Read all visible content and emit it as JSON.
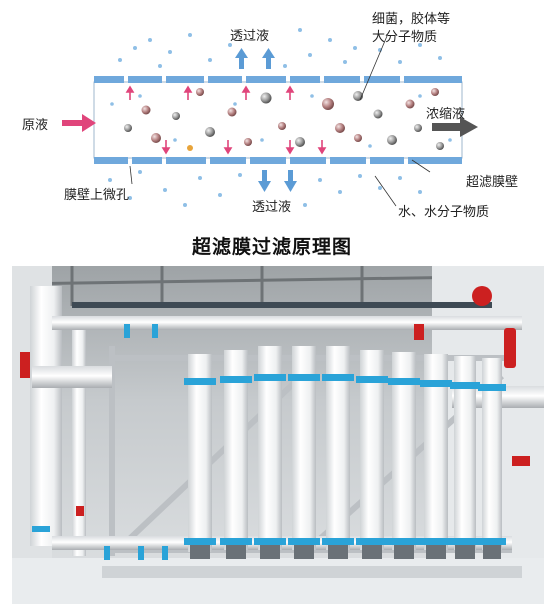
{
  "diagram": {
    "label_feed": "原液",
    "label_permeate_top": "透过液",
    "label_macromolecules_line1": "细菌，胶体等",
    "label_macromolecules_line2": "大分子物质",
    "label_concentrate": "浓缩液",
    "label_membrane_wall": "超滤膜壁",
    "label_pore": "膜壁上微孔",
    "label_permeate_bottom": "透过液",
    "label_water": "水、水分子物质",
    "colors": {
      "membrane": "#6fa8dc",
      "feed_arrow": "#e0457b",
      "permeate_arrow": "#5b9bd5",
      "concentrate_arrow": "#555555",
      "particle": "#b87878",
      "small_dot": "#7fb3e0"
    }
  },
  "title": "超滤膜过滤原理图",
  "photo": {
    "content": "ultrafiltration-membrane-modules",
    "colors": {
      "tube": "#f4f4f4",
      "collar": "#2aa3d8",
      "frame": "#c9ccd0",
      "valve": "#cc2020",
      "wall": "#e8ecef"
    }
  }
}
